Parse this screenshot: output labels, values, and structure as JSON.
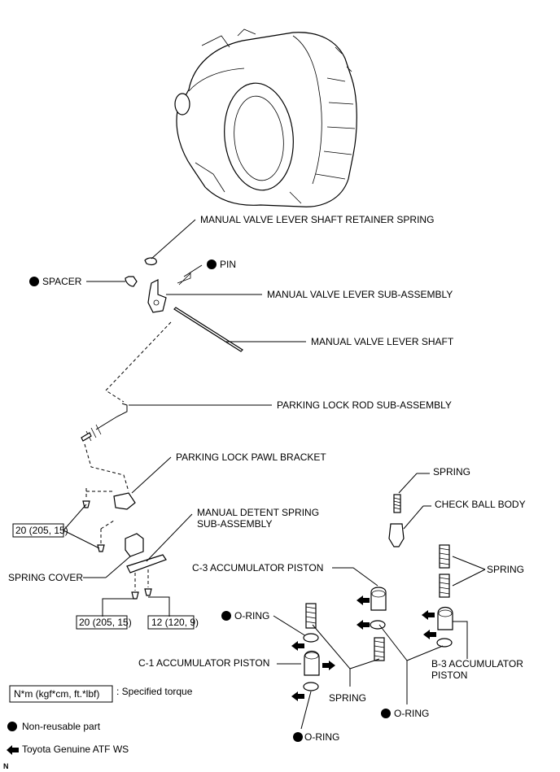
{
  "labels": {
    "retainer_spring": "MANUAL VALVE LEVER SHAFT RETAINER SPRING",
    "pin": "PIN",
    "spacer": "SPACER",
    "lever_sub_assy": "MANUAL VALVE LEVER SUB-ASSEMBLY",
    "lever_shaft": "MANUAL VALVE LEVER SHAFT",
    "parking_rod": "PARKING LOCK ROD SUB-ASSEMBLY",
    "pawl_bracket": "PARKING LOCK PAWL BRACKET",
    "detent_spring_1": "MANUAL DETENT SPRING",
    "detent_spring_2": "SUB-ASSEMBLY",
    "spring_cover": "SPRING COVER",
    "spring_top": "SPRING",
    "check_ball_body": "CHECK BALL BODY",
    "c3_piston": "C-3 ACCUMULATOR PISTON",
    "spring_right": "SPRING",
    "o_ring_1": "O-RING",
    "c1_piston": "C-1 ACCUMULATOR PISTON",
    "b3_piston_1": "B-3 ACCUMULATOR",
    "b3_piston_2": "PISTON",
    "spring_bottom": "SPRING",
    "o_ring_2": "O-RING",
    "o_ring_3": "O-RING"
  },
  "torque_boxes": {
    "bracket_bolt": "20 (205, 15)",
    "cover_bolt": "20 (205, 15)",
    "detent_bolt": "12 (120, 9)"
  },
  "legend": {
    "torque_unit_box": "N*m (kgf*cm, ft.*lbf)",
    "torque_text": ": Specified torque",
    "non_reusable": "Non-reusable part",
    "atf": "Toyota Genuine ATF WS"
  },
  "corner_mark": "N",
  "icons": {
    "non_reusable": "filled-circle-icon",
    "atf": "arrow-left-icon"
  }
}
